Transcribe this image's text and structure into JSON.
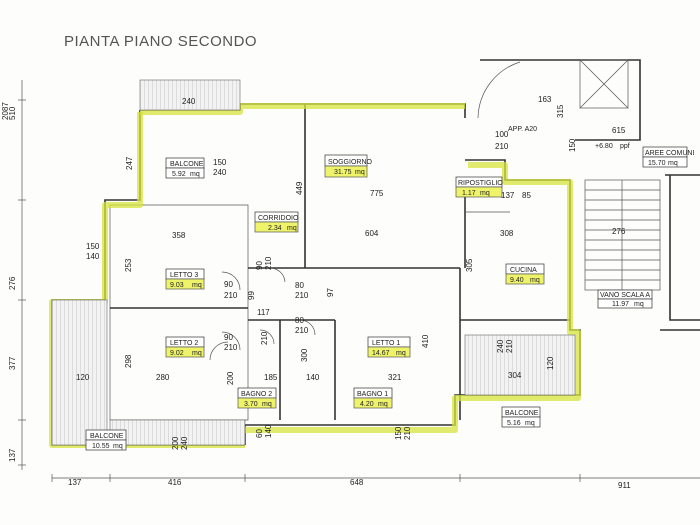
{
  "title": "PIANTA PIANO SECONDO",
  "rooms": {
    "soggiorno": {
      "name": "SOGGIORNO",
      "area": "31.75",
      "unit": "mq"
    },
    "corridoio": {
      "name": "CORRIDOIO",
      "area": "2.34",
      "unit": "mq"
    },
    "ripostiglio": {
      "name": "RIPOSTIGLIO",
      "area": "1.17",
      "unit": "mq"
    },
    "cucina": {
      "name": "CUCINA",
      "area": "9.40",
      "unit": "mq"
    },
    "letto3": {
      "name": "LETTO 3",
      "area": "9.03",
      "unit": "mq"
    },
    "letto2": {
      "name": "LETTO 2",
      "area": "9.02",
      "unit": "mq"
    },
    "letto1": {
      "name": "LETTO 1",
      "area": "14.67",
      "unit": "mq"
    },
    "bagno1": {
      "name": "BAGNO 1",
      "area": "4.20",
      "unit": "mq"
    },
    "bagno2": {
      "name": "BAGNO 2",
      "area": "3.70",
      "unit": "mq"
    },
    "balcone_top": {
      "name": "BALCONE",
      "area": "5.92",
      "unit": "mq"
    },
    "balcone_left": {
      "name": "BALCONE",
      "area": "10.55",
      "unit": "mq"
    },
    "balcone_right": {
      "name": "BALCONE",
      "area": "5.16",
      "unit": "mq"
    },
    "aree_comuni": {
      "name": "AREE COMUNI",
      "area": "15.70",
      "unit": "mq"
    },
    "vano_scala": {
      "name": "VANO SCALA A",
      "area": "11.97",
      "unit": "mq"
    }
  },
  "labels": {
    "app": "APP. A20",
    "level": "+6.80",
    "level_unit": "ppf"
  },
  "dims": {
    "d240top": "240",
    "d163": "163",
    "d315": "315",
    "d615": "615",
    "d100": "100",
    "d210a": "210",
    "d150a": "150",
    "d510": "510",
    "d2087": "2087",
    "d247": "247",
    "d150b": "150",
    "d240b": "240",
    "d449": "449",
    "d775": "775",
    "d137a": "137",
    "d85": "85",
    "d276a": "276",
    "d276b": "276",
    "d358": "358",
    "d604": "604",
    "d308": "308",
    "d150c": "150",
    "d140a": "140",
    "d253": "253",
    "d90a": "90",
    "d210b": "210",
    "d90b": "90",
    "d210c": "210",
    "d97": "97",
    "d305": "305",
    "d99": "99",
    "d117": "117",
    "d80a": "80",
    "d210d": "210",
    "d80b": "80",
    "d210e": "210",
    "d410": "410",
    "d377": "377",
    "d298": "298",
    "d120a": "120",
    "d280": "280",
    "d90c": "90",
    "d210f": "210",
    "d300": "300",
    "d185": "185",
    "d140b": "140",
    "d321": "321",
    "d304": "304",
    "d120b": "120",
    "d200": "200",
    "d210g": "210",
    "d240c": "240",
    "d210h": "210",
    "d200b": "200",
    "d240d": "240",
    "d150d": "150",
    "d210i": "210",
    "d60": "60",
    "d140c": "140",
    "d137b": "137",
    "d137c": "137",
    "d416": "416",
    "d648": "648",
    "d911": "911"
  }
}
